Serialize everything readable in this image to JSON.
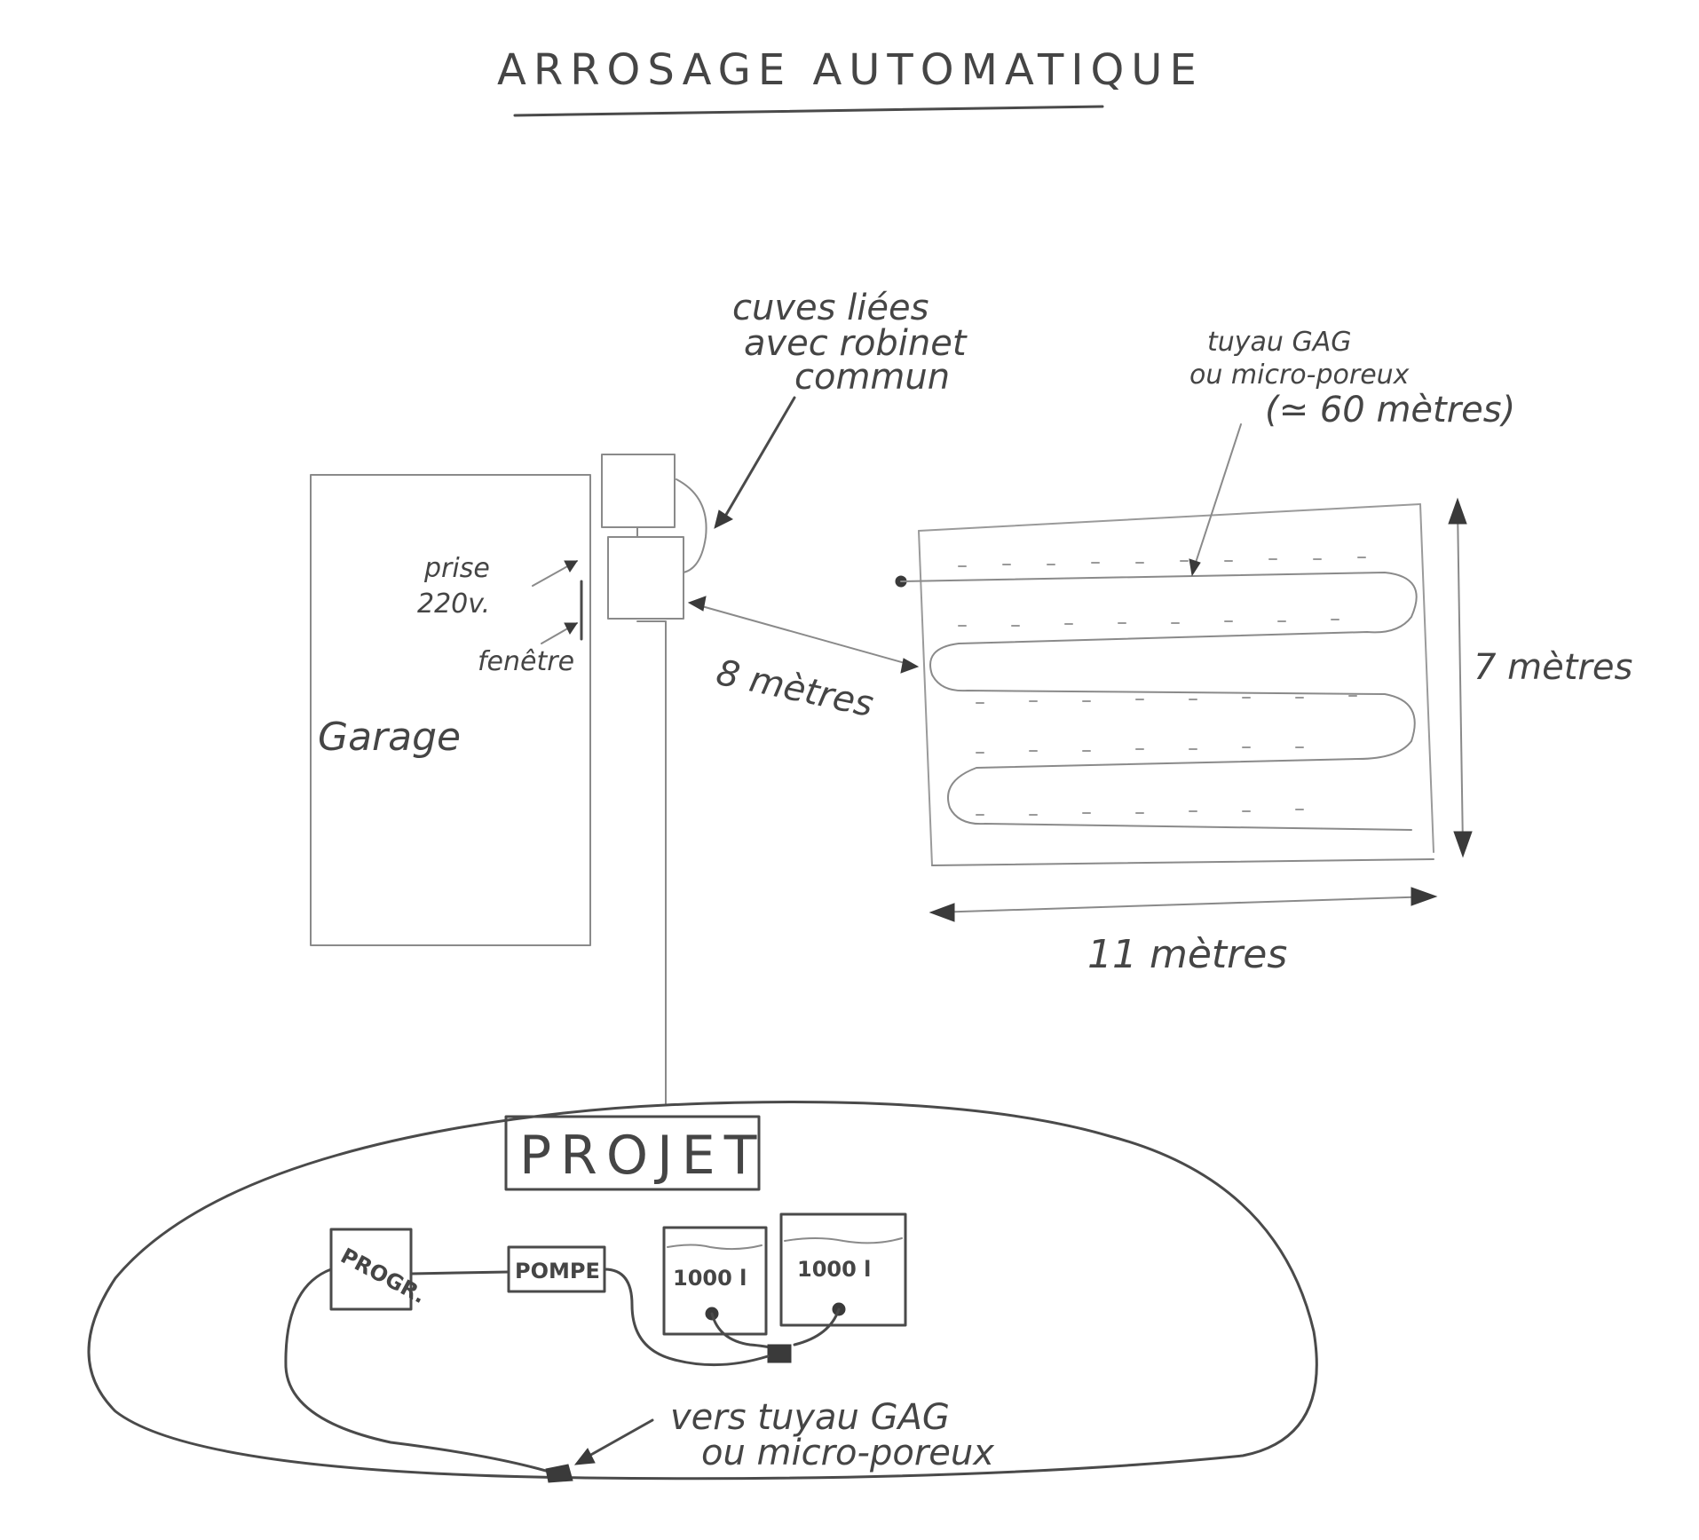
{
  "title": "ARROSAGE AUTOMATIQUE",
  "labels": {
    "garage": "Garage",
    "prise_line1": "prise",
    "prise_line2": "220v.",
    "fenetre": "fenêtre",
    "cuves_line1": "cuves liées",
    "cuves_line2": "avec robinet",
    "cuves_line3": "commun",
    "tuyau_line1": "tuyau GAG",
    "tuyau_line2": "ou micro-poreux",
    "tuyau_line3": "(≃ 60 mètres)",
    "distance_8": "8 mètres",
    "height_7": "7 mètres",
    "width_11": "11 mètres"
  },
  "projet": {
    "title": "PROJET",
    "prog": "PROGR.",
    "pompe": "POMPE",
    "tank1": "1000 l",
    "tank2": "1000 l",
    "vers_line1": "vers tuyau GAG",
    "vers_line2": "ou micro-poreux"
  },
  "colors": {
    "pencil": "#4a4a4a",
    "paper": "#ffffff"
  }
}
